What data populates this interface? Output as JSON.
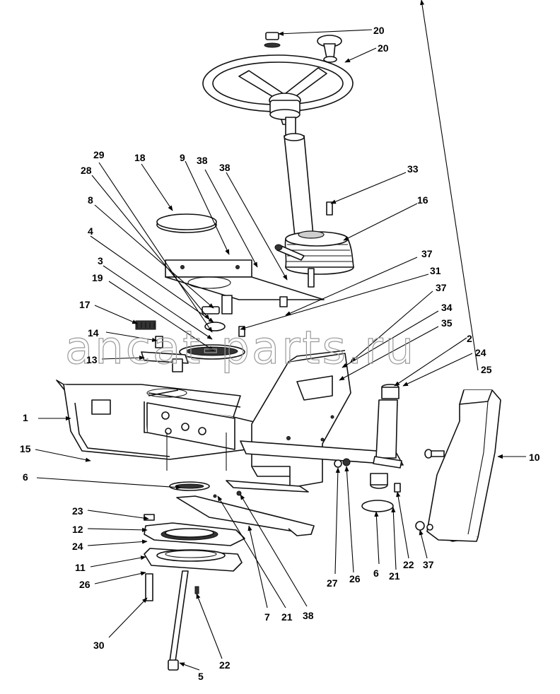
{
  "watermark": "ancat-parts.ru",
  "callouts": [
    {
      "id": "c20a",
      "label": "20"
    },
    {
      "id": "c20b",
      "label": "20"
    },
    {
      "id": "c29",
      "label": "29"
    },
    {
      "id": "c28",
      "label": "28"
    },
    {
      "id": "c18",
      "label": "18"
    },
    {
      "id": "c9",
      "label": "9"
    },
    {
      "id": "c38a",
      "label": "38"
    },
    {
      "id": "c38b",
      "label": "38"
    },
    {
      "id": "c33",
      "label": "33"
    },
    {
      "id": "c8",
      "label": "8"
    },
    {
      "id": "c16",
      "label": "16"
    },
    {
      "id": "c4",
      "label": "4"
    },
    {
      "id": "c3",
      "label": "3"
    },
    {
      "id": "c19",
      "label": "19"
    },
    {
      "id": "c37a",
      "label": "37"
    },
    {
      "id": "c31",
      "label": "31"
    },
    {
      "id": "c37b",
      "label": "37"
    },
    {
      "id": "c17",
      "label": "17"
    },
    {
      "id": "c34",
      "label": "34"
    },
    {
      "id": "c35",
      "label": "35"
    },
    {
      "id": "c14",
      "label": "14"
    },
    {
      "id": "c2",
      "label": "2"
    },
    {
      "id": "c13",
      "label": "13"
    },
    {
      "id": "c24a",
      "label": "24"
    },
    {
      "id": "c25",
      "label": "25"
    },
    {
      "id": "c1",
      "label": "1"
    },
    {
      "id": "c10",
      "label": "10"
    },
    {
      "id": "c15",
      "label": "15"
    },
    {
      "id": "c6a",
      "label": "6"
    },
    {
      "id": "c23",
      "label": "23"
    },
    {
      "id": "c12",
      "label": "12"
    },
    {
      "id": "c24b",
      "label": "24"
    },
    {
      "id": "c11",
      "label": "11"
    },
    {
      "id": "c26a",
      "label": "26"
    },
    {
      "id": "c30",
      "label": "30"
    },
    {
      "id": "c22a",
      "label": "22"
    },
    {
      "id": "c5",
      "label": "5"
    },
    {
      "id": "c7",
      "label": "7"
    },
    {
      "id": "c21a",
      "label": "21"
    },
    {
      "id": "c38c",
      "label": "38"
    },
    {
      "id": "c27",
      "label": "27"
    },
    {
      "id": "c26b",
      "label": "26"
    },
    {
      "id": "c6b",
      "label": "6"
    },
    {
      "id": "c21b",
      "label": "21"
    },
    {
      "id": "c22b",
      "label": "22"
    },
    {
      "id": "c37c",
      "label": "37"
    }
  ]
}
